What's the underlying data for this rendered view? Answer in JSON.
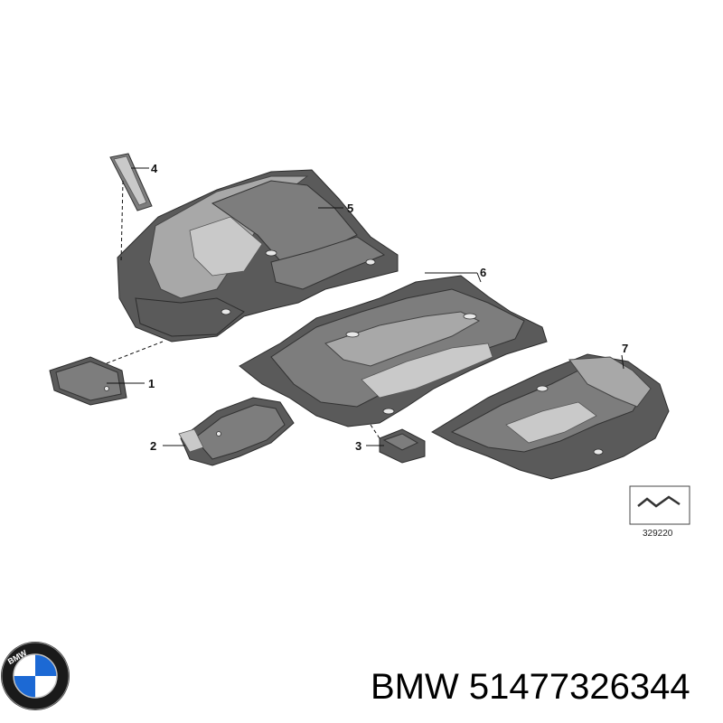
{
  "callouts": {
    "c1": "1",
    "c2": "2",
    "c3": "3",
    "c4": "4",
    "c5": "5",
    "c6": "6",
    "c7": "7"
  },
  "reference_number": "329220",
  "brand": {
    "name": "BMW",
    "part_number": "51477326344",
    "logo_letters": "BMW"
  },
  "colors": {
    "logo_blue": "#1c69d4",
    "logo_ring": "#1a1a1a"
  }
}
